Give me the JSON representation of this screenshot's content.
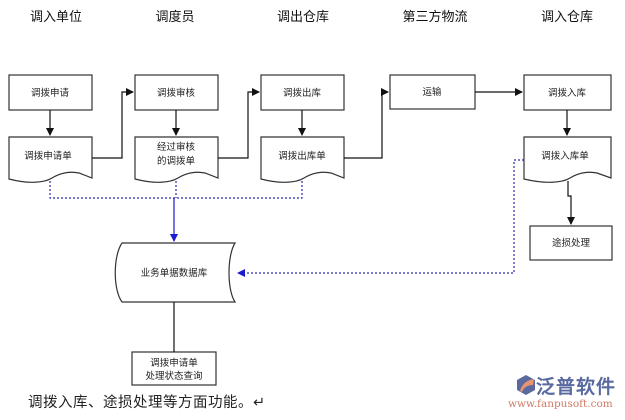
{
  "lanes": [
    "调入单位",
    "调度员",
    "调出仓库",
    "第三方物流",
    "调入仓库"
  ],
  "nodes": {
    "apply": {
      "label": "调拨申请",
      "type": "process"
    },
    "apply_doc": {
      "label": "调拨申请单",
      "type": "document"
    },
    "review": {
      "label": "调拨审核",
      "type": "process"
    },
    "reviewed_doc_line1": {
      "label": "经过审核",
      "type": "document"
    },
    "reviewed_doc_line2": {
      "label": "的调拨单",
      "type": "document"
    },
    "outbound": {
      "label": "调拨出库",
      "type": "process"
    },
    "outbound_doc": {
      "label": "调拨出库单",
      "type": "document"
    },
    "transport": {
      "label": "运输",
      "type": "process"
    },
    "inbound": {
      "label": "调拨入库",
      "type": "process"
    },
    "inbound_doc": {
      "label": "调拨入库单",
      "type": "document"
    },
    "loss": {
      "label": "途损处理",
      "type": "process"
    },
    "database": {
      "label": "业务单据数据库",
      "type": "stored-data"
    },
    "query_line1": {
      "label": "调拨申请单",
      "type": "process"
    },
    "query_line2": {
      "label": "处理状态查询",
      "type": "process"
    }
  },
  "edges": [
    {
      "from": "调拨申请",
      "to": "调拨申请单",
      "style": "solid"
    },
    {
      "from": "调拨申请单",
      "to": "调拨审核",
      "style": "solid"
    },
    {
      "from": "调拨审核",
      "to": "经过审核的调拨单",
      "style": "solid"
    },
    {
      "from": "经过审核的调拨单",
      "to": "调拨出库",
      "style": "solid"
    },
    {
      "from": "调拨出库",
      "to": "调拨出库单",
      "style": "solid"
    },
    {
      "from": "调拨出库单",
      "to": "运输",
      "style": "solid"
    },
    {
      "from": "运输",
      "to": "调拨入库",
      "style": "solid"
    },
    {
      "from": "调拨入库",
      "to": "调拨入库单",
      "style": "solid"
    },
    {
      "from": "调拨入库单",
      "to": "途损处理",
      "style": "solid"
    },
    {
      "from": "调拨申请单/经过审核的调拨单/调拨出库单",
      "to": "业务单据数据库",
      "style": "dotted-blue"
    },
    {
      "from": "调拨入库单",
      "to": "业务单据数据库",
      "style": "dotted-blue"
    },
    {
      "from": "业务单据数据库",
      "to": "调拨申请单处理状态查询",
      "style": "solid"
    }
  ],
  "caption": "调拨入库、途损处理等方面功能。↵",
  "logo": {
    "name": "泛普软件",
    "url": "www.fanpusoft.com"
  },
  "colors": {
    "dotted_link": "#2a2ab0",
    "logo_text": "#5a6aa0",
    "logo_url": "#d07a66"
  }
}
